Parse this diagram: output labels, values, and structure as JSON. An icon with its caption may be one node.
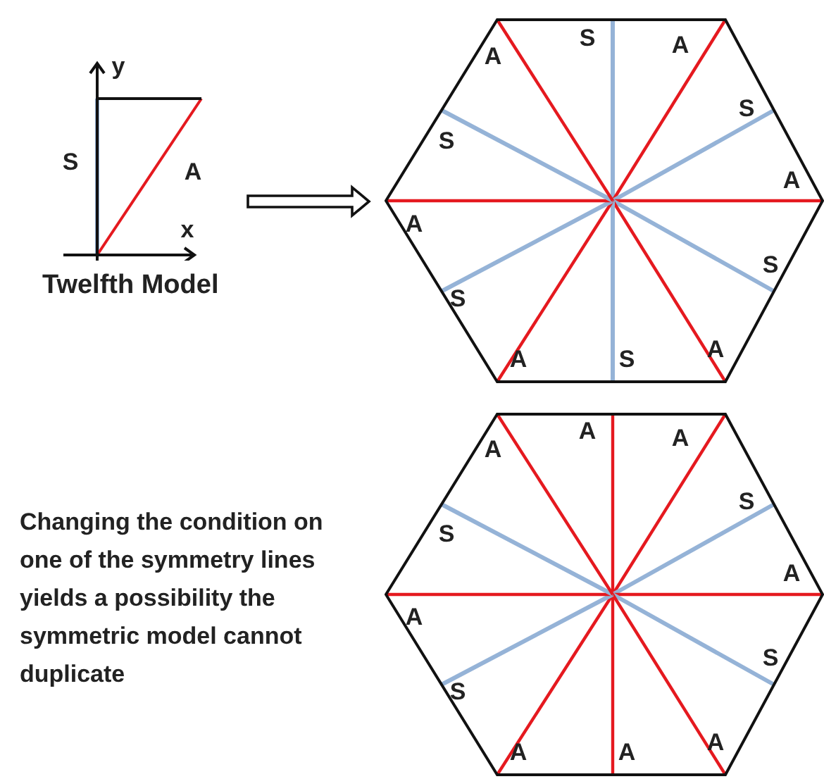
{
  "diagram": {
    "nodes": [
      {
        "text": [],
        "shape": "picture",
        "beside": [
          "Twelfth Model"
        ]
      },
      {
        "text": [],
        "shape": "hexagon"
      },
      {
        "text": [],
        "shape": "hexagon"
      }
    ],
    "edges": [
      {
        "from": 0,
        "to": 1,
        "arrow": "to"
      }
    ],
    "labels": [
      "y",
      "S",
      "A",
      "x",
      "S",
      "A",
      "A",
      "S",
      "A",
      "S",
      "A",
      "S",
      "A",
      "S",
      "A",
      "S",
      "A",
      "A",
      "A",
      "S",
      "A",
      "S",
      "A",
      "A",
      "A",
      "S",
      "A",
      "S",
      "Changing the condition on one of the symmetry lines yields a possibility the symmetric model cannot duplicate"
    ]
  }
}
